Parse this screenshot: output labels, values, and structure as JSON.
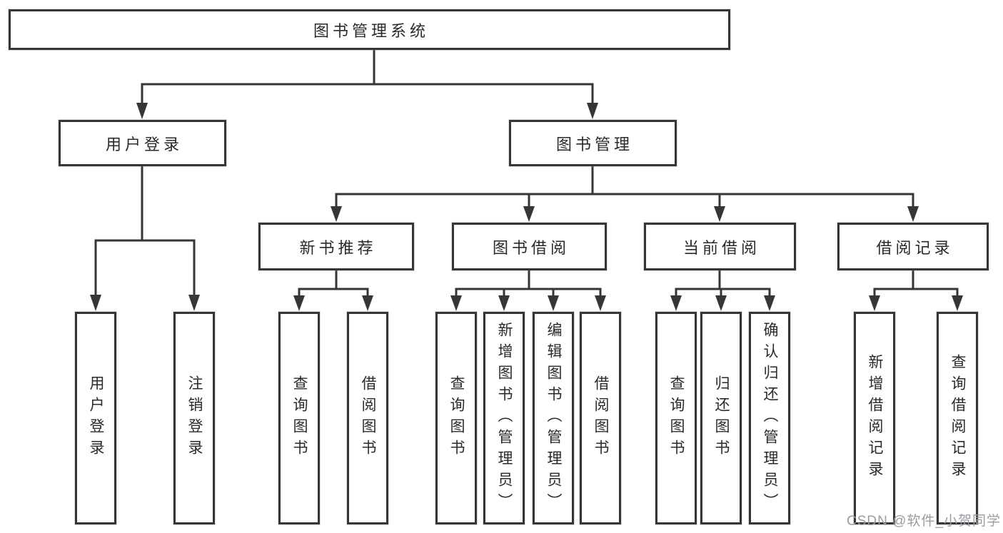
{
  "diagram": {
    "root": {
      "label": "图书管理系统"
    },
    "level2": [
      {
        "id": "user-login",
        "label": "用户登录"
      },
      {
        "id": "book-management",
        "label": "图书管理"
      }
    ],
    "level3": [
      {
        "id": "new-book-recommend",
        "label": "新书推荐"
      },
      {
        "id": "book-borrow",
        "label": "图书借阅"
      },
      {
        "id": "current-borrow",
        "label": "当前借阅"
      },
      {
        "id": "borrow-record",
        "label": "借阅记录"
      }
    ],
    "leaves": {
      "user_login": [
        {
          "label": "用户登录"
        },
        {
          "label": "注销登录"
        }
      ],
      "new_book": [
        {
          "label": "查询图书"
        },
        {
          "label": "借阅图书"
        }
      ],
      "book_borrow": [
        {
          "label": "查询图书"
        },
        {
          "label": "新增图书（管理员）"
        },
        {
          "label": "编辑图书（管理员）"
        },
        {
          "label": "借阅图书"
        }
      ],
      "current_borrow": [
        {
          "label": "查询图书"
        },
        {
          "label": "归还图书"
        },
        {
          "label": "确认归还（管理员）"
        }
      ],
      "borrow_record": [
        {
          "label": "新增借阅记录"
        },
        {
          "label": "查询借阅记录"
        }
      ]
    }
  },
  "watermark": {
    "text": "CSDN @软件_小贺同学",
    "color": "#9c9ca3"
  },
  "colors": {
    "line": "#363636",
    "box_border": "#363636",
    "text": "#2a2a2a",
    "background": "#ffffff",
    "watermark": "#9c9ca3"
  }
}
